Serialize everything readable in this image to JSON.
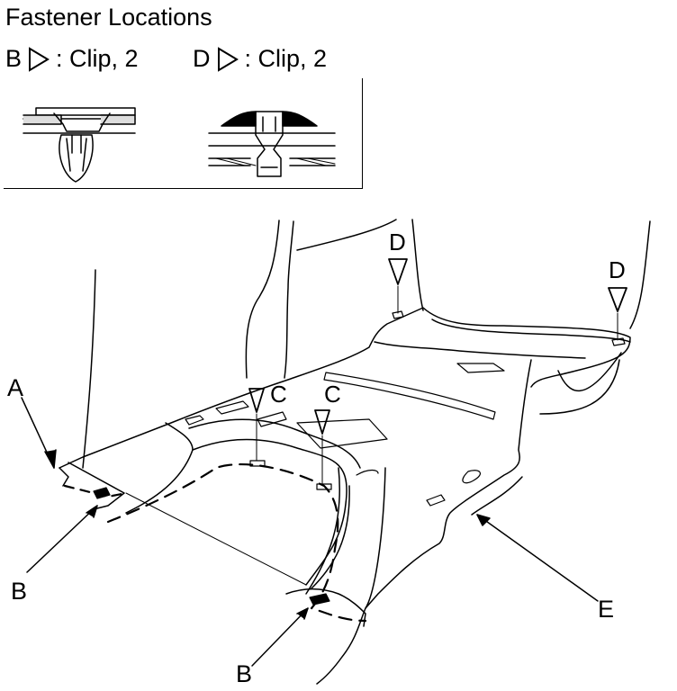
{
  "title": "Fastener Locations",
  "legend": [
    {
      "letter": "B",
      "text": ": Clip, 2"
    },
    {
      "letter": "D",
      "text": ": Clip, 2"
    }
  ],
  "callouts": {
    "a": "A",
    "b1": "B",
    "b2": "B",
    "c1": "C",
    "c2": "C",
    "d1": "D",
    "d2": "D",
    "e": "E"
  },
  "icons": [
    "triangle-marker-icon",
    "clip-b-icon",
    "clip-d-icon"
  ],
  "colors": {
    "line": "#000000",
    "background": "#ffffff"
  }
}
